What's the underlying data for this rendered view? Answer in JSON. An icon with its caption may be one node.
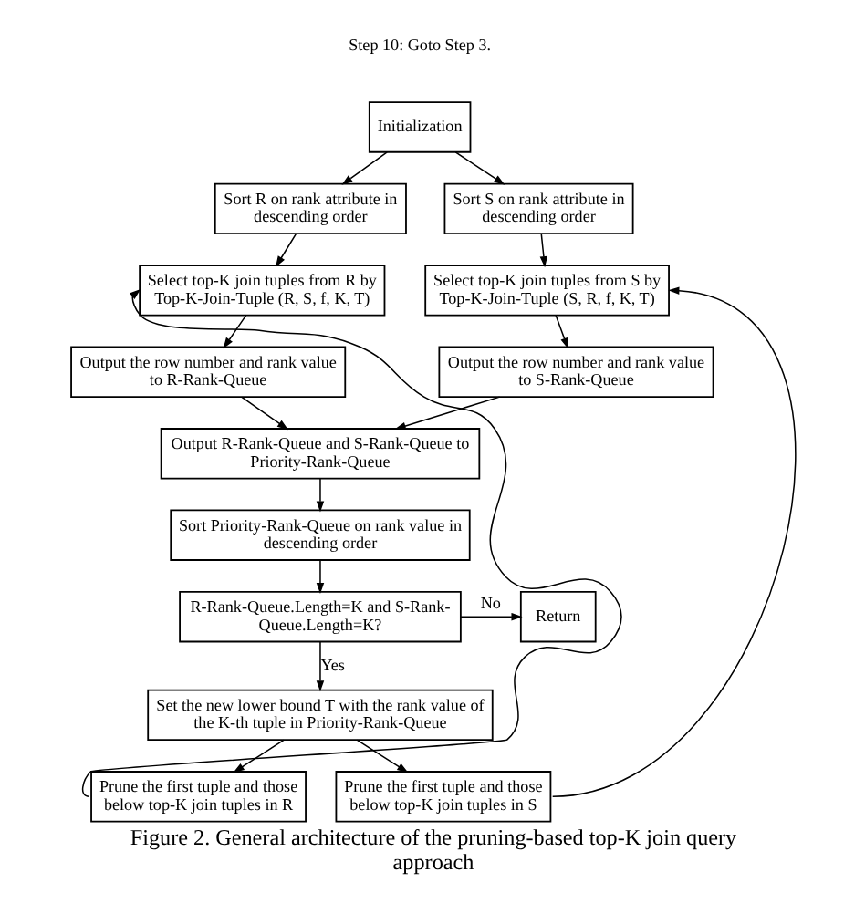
{
  "diagram": {
    "caption": "Figure 2. General architecture of the pruning-based top-K join query approach",
    "nodes": [
      {
        "text": [
          "Initialization"
        ]
      },
      {
        "text": [
          "Sort R on rank attribute in descending order"
        ]
      },
      {
        "text": [
          "Sort S on rank attribute in descending order"
        ]
      },
      {
        "text": [
          "Select top-K join tuples from R by Top-K-Join-Tuple (R, S, f, K, T)"
        ]
      },
      {
        "text": [
          "Select top-K join tuples from S by Top-K-Join-Tuple (S, R, f, K, T)"
        ]
      },
      {
        "text": [
          "Output the row number and rank value to R-Rank-Queue"
        ]
      },
      {
        "text": [
          "Output the row number and rank value to S-Rank-Queue"
        ]
      },
      {
        "text": [
          "Output R-Rank-Queue and S-Rank-Queue to Priority-Rank-Queue"
        ]
      },
      {
        "text": [
          "Sort Priority-Rank-Queue on rank value in descending order"
        ]
      },
      {
        "text": [
          "R-Rank-Queue.Length=K and S-Rank-Queue.Length=K?"
        ]
      },
      {
        "text": [
          "Return"
        ]
      },
      {
        "text": [
          "Set the new lower bound T with the rank value of the K-th tuple in Priority-Rank-Queue"
        ]
      },
      {
        "text": [
          "Prune the first tuple and those below top-K join tuples in R"
        ]
      },
      {
        "text": [
          "Prune the first tuple and those below top-K join tuples in S"
        ]
      }
    ],
    "edges": [
      {
        "from": 0,
        "to": 1,
        "arrow": "to"
      },
      {
        "from": 0,
        "to": 2,
        "arrow": "to"
      },
      {
        "from": 1,
        "to": 3,
        "arrow": "to"
      },
      {
        "from": 2,
        "to": 4,
        "arrow": "to"
      },
      {
        "from": 3,
        "to": 5,
        "arrow": "to"
      },
      {
        "from": 4,
        "to": 6,
        "arrow": "to"
      },
      {
        "from": 5,
        "to": 7,
        "arrow": "to"
      },
      {
        "from": 6,
        "to": 7,
        "arrow": "to"
      },
      {
        "from": 7,
        "to": 8,
        "arrow": "to"
      },
      {
        "from": 8,
        "to": 9,
        "arrow": "to"
      },
      {
        "from": 9,
        "to": 10,
        "arrow": "to",
        "label": "No"
      },
      {
        "from": 9,
        "to": 11,
        "arrow": "to",
        "label": "Yes"
      },
      {
        "from": 11,
        "to": 12,
        "arrow": "to"
      },
      {
        "from": 11,
        "to": 13,
        "arrow": "to"
      },
      {
        "from": 12,
        "to": 3,
        "arrow": "to"
      },
      {
        "from": 13,
        "to": 4,
        "arrow": "to"
      }
    ],
    "labels": [
      "Step 10: Goto Step 3."
    ]
  }
}
